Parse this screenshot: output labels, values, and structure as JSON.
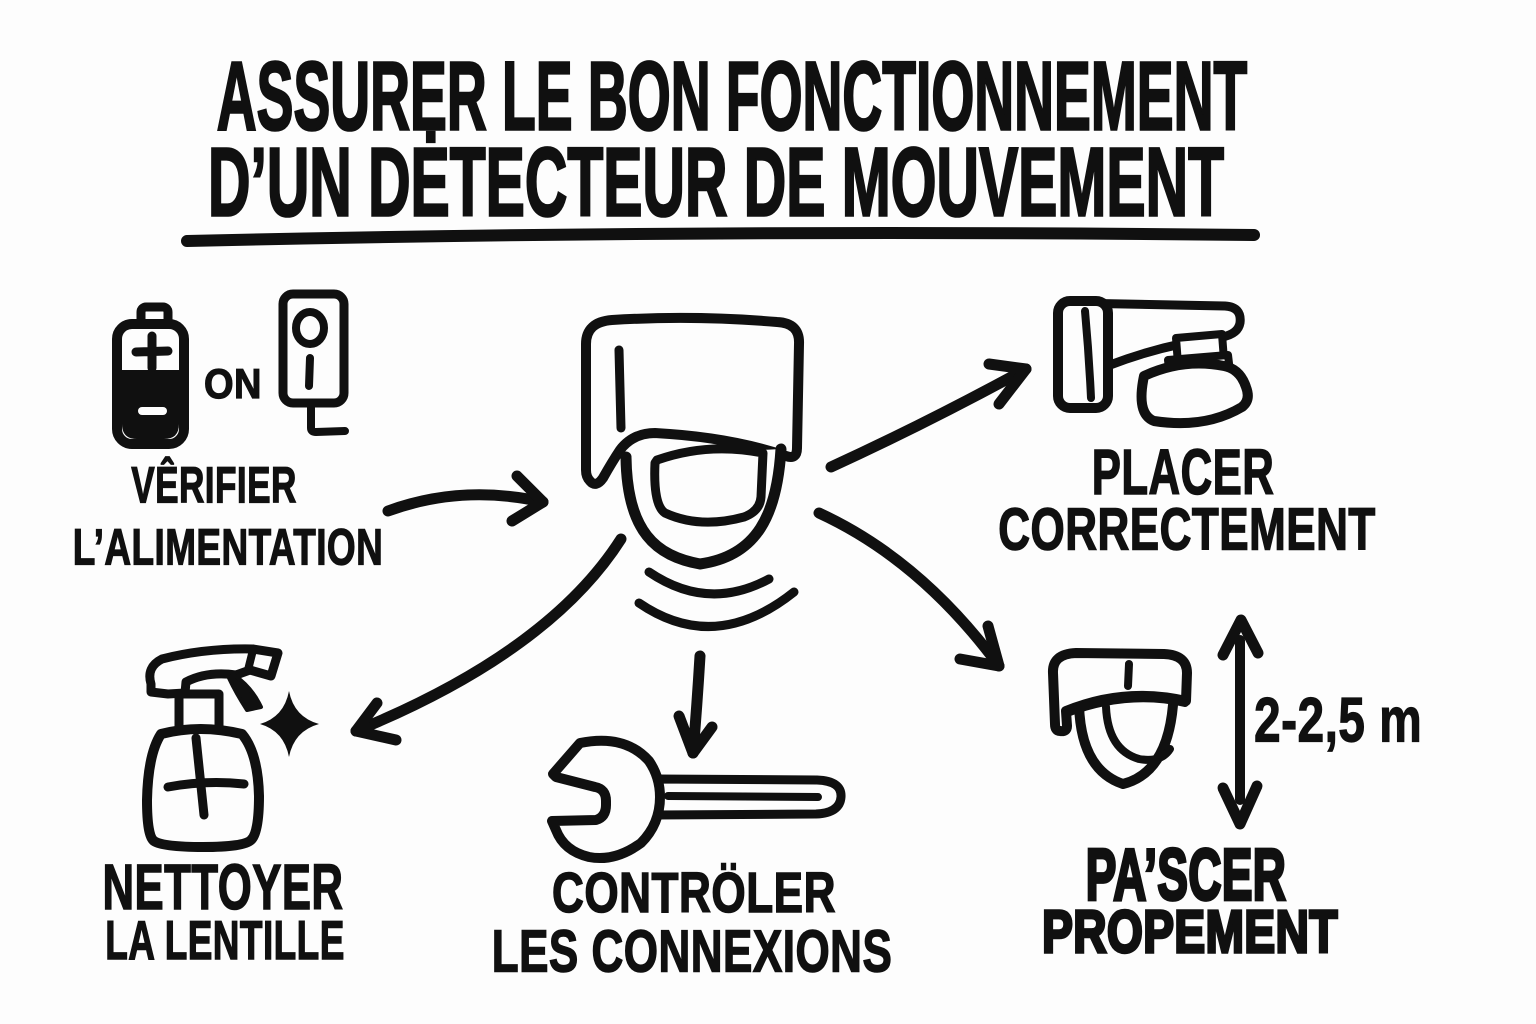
{
  "title": {
    "line1": "ASSURER LE BON FONCTIONNEMENT",
    "line2": "D’UN DĖTECTEUR DE MOUVEMENT"
  },
  "steps": {
    "power": {
      "on_label": "ON",
      "caption_line1": "VÊRIFIER",
      "caption_line2": "L’ALIMENTATION"
    },
    "placement": {
      "caption_line1": "PLACER",
      "caption_line2": "CORRECTEMENT"
    },
    "cleaning": {
      "caption_line1": "NETTOYER",
      "caption_line2": "LA LENTILLE"
    },
    "connections": {
      "caption_line1": "CONTRÖLER",
      "caption_line2": "LES CONNEXIONS"
    },
    "height": {
      "caption_line1": "PA’SCER",
      "caption_line2": "PROPEMENT",
      "measurement": "2-2,5 m"
    }
  },
  "icons": [
    "battery-icon",
    "power-switch-icon",
    "motion-detector-icon",
    "wall-mount-detector-icon",
    "spray-bottle-icon",
    "sparkle-icon",
    "wrench-icon",
    "ceiling-detector-icon",
    "height-range-arrow-icon"
  ],
  "colors": {
    "ink": "#101010",
    "background": "#fdfdfd"
  }
}
